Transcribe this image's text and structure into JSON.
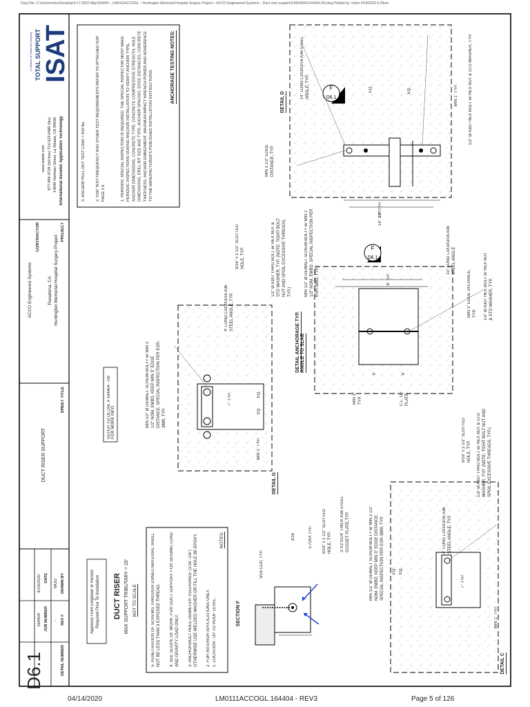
{
  "header_path": "Dwg File: C:\\Users\\mdon\\Desktop\\3-17-2020 Mtg\\164404 – LM0111ACCOGL – Huntington Memorial Hospital Surgery Project – ACCO Engineered Systems – Duct riser support\\CAD\\DWG\\164404-D6.dwg   Plotted by: mdon  4/14/2020 6:29am",
  "footer": {
    "date": "04/14/2020",
    "doc_id": "LM0111ACCOGL.164404 - REV3",
    "page": "Page 5 of 126"
  },
  "logo": {
    "brand": "ISAT",
    "tagline": "TOTAL SUPPORT",
    "sub": "A Division of Fastenal Company"
  },
  "company": {
    "name": "International Seismic Application Technology",
    "address": "14848 Northam Street, La Mirada, CA 90638",
    "phone": "877-999-4728 (toll free)  714-523-0480 (fax)",
    "web": "www.isatsb.com"
  },
  "notes_top": {
    "title": "ANCHORAGE TESTING NOTES:",
    "items": [
      "1.  PERIODIC SPECIAL INSPECTION IS REQUIRED. THE SPECIAL INSPECTOR MUST MAKE PERIODIC INSPECTIONS DURING ANCHOR INSTALLATION TO VERIFY ANCHOR TYPE, ANCHOR DIMENSIONS, CONCRETE TYPE, CONCRETE COMPRESSIVE STRENGTH, HOLE DIMENSIONS, DRILL BIT SIZE AND TYPE, ANCHOR SPACING, EDGE DISTANCES, CONCRETE THICKNESS, ANCHOR EMBEDMENT, MAXIMUM IMPACT WRENCH POWER AND ADHERENCE TO THE MANUFACTURER'S PUBLISHED INSTALLATION INSTRUCTIONS.",
      "2.  FOR TEST FREQUENCY AND OTHER TEST REQUIREMENTS REFER TO ATTACHED ISAT PAGE 2.6",
      "3.  ANCHOR PULL OUT TEST LOAD = 810 lbs"
    ]
  },
  "project": {
    "label": "PROJECT",
    "name": "Huntington Memorial Hospital Surgery Project",
    "city": "Pasadena, CA"
  },
  "contractor": {
    "label": "CONTRACTOR",
    "name": "ACCO Engineered Systems"
  },
  "sheet_title": {
    "label": "SHEET TITLE",
    "value": "DUCT RISER SUPPORT"
  },
  "refer_note": "REFER TO DETAIL # 164404 - D6 FOR MORE INFO",
  "notes_bottom": {
    "title": "NOTES:",
    "items": [
      "1.  LOCATION : UP TO ROOF LEVEL.",
      "2.  FOR INTERIOR APPLICATIONS ONLY.",
      "3.  ANCHOR/BOLT HOLE DIAMETER TOLERANCE (1/16\"-1/8\") OTHERWISE USE WELDED WASHER OR FILL THE HOLE W/ EPOXY.",
      "4.  SEE SCOPE OF WORK. FOR DUCT SUPPORT FOR SEISMIC LOAD AND GRAVITY LOAD ONLY.",
      "5.  PENETRATION OF SCREWS THROUGH JOINED MATERIAL SHALL NOT BE LESS THAN 3 EXPOSED THREAD."
    ]
  },
  "duct_riser": {
    "title": "DUCT RISER",
    "max": "MAX SUPPORT TRIBUTARY = 15'",
    "scale": "NOT TO SCALE"
  },
  "approval": "Approval From Engineer of Record Required Prior To Installation",
  "titleblock": {
    "drawn_by_label": "DRAWN BY",
    "drawn_by": "MOD",
    "rev_label": "REV #",
    "rev": "-",
    "date_label": "DATE",
    "date": "4/14/2020",
    "job_label": "JOB NUMBER",
    "job": "164404",
    "detail_label": "DETAIL NUMBER",
    "detail": "D6.1"
  },
  "details": {
    "d": {
      "label": "DETAIL D",
      "callouts": [
        "1/2\" Ø A307 HEX BOLT w/ HEX NUT & STD WASHER, TYP.",
        "MIN 1\" TYP.",
        "EQ.",
        "EQ.",
        "14\" LONG L3X3X3/16 A36 STEEL ANGLE, TYP.",
        "MIN 3 1/2\" EDGE DISTANCE, TYP.",
        "12\" TYP.",
        "14\" TYP.",
        "10\" LONG L3X3X3/16 A36 STEEL ANGLE",
        "MIN 1/2\" Ø DEWALT SCREW-BOLT+ w/ MIN 2 1/2\" NOM. EMBD. SPECIAL INSPECTION PER ESR-3889, TYP.",
        "1/2\" Ø A307 THRU BOLT w/ HEX NUT & STD WASHER, TYP. (NOTE: TIGHT BOLT NUT AND SPOIL EXCESSIVE THREADS, TYP.)"
      ],
      "section_marker": {
        "letter": "F",
        "sheet": "D6.1"
      }
    },
    "anchorage": {
      "label": "DETAIL ANCHORAGE TYP. ANGLE TO SLAB",
      "callouts": [
        "10\"",
        "8\"",
        "4\"",
        "4\"",
        "C.L. OF PLATE",
        "MIN 1\" TYP.",
        "MIN 3\" EDGE DISTANCE, TYP.",
        "1/2\" Ø A307 HEX BOLT w/ HEX NUT & STD WASHER, TYP.",
        "1/2\" Ø A307 THRU BOLT w/ HEX NUT & STD WASHER, TYP. (NOTE: TIGHT BOLT NUT AND SPOIL EXCESSIVE THREADS, TYP.)",
        "9/16\" x 2 1/2\" SLOTTED HOLE, TYP."
      ],
      "section_marker": {
        "letter": "F",
        "sheet": "D6.1"
      }
    },
    "g": {
      "label": "DETAIL G",
      "callouts": [
        "4\" LONG L3X3X3/16 A36 STEEL ANGLE, TYP.",
        "9/16\" x 2 1/2\" SLOTTED HOLE, TYP.",
        "MIN 1/2\" Ø DEWALT SCREW-BOLT+ w/ MIN 2 1/2\" NOM. EMBD. KEEP MIN 3\" EDGE DISTANCE. SPECIAL INSPECTION PER ESR-3889, TYP.",
        "7\" TYP.",
        "EQ.",
        "EQ.",
        "MIN 1\" TYP."
      ]
    },
    "c": {
      "label": "DETAIL C",
      "callouts": [
        "4\" LONG L3X3X3/16 A36 STEEL ANGLE, TYP.",
        "MIN 1/2\" Ø DEWALT SCREW-BOLT+ w/ MIN 2 1/2\" NOM. EMBD. KEEP MIN 3\" EDGE DISTANCE. SPECIAL INSPECTION PER ESR-3889, TYP.",
        "7\" TYP.",
        "EQ.",
        "EQ.",
        "MIN 1\" TYP."
      ]
    },
    "f": {
      "label": "SECTION F",
      "callouts": [
        "3\"X3\"X1/4\" THICK A36 STEEL GUSSET PLATE,TYP.",
        "9/16\" x 1 1/2\" SLOTTED HOLE, TYP.",
        "E70XX TYP.",
        "3/16",
        "3/16 CLIP, TYP."
      ]
    }
  }
}
